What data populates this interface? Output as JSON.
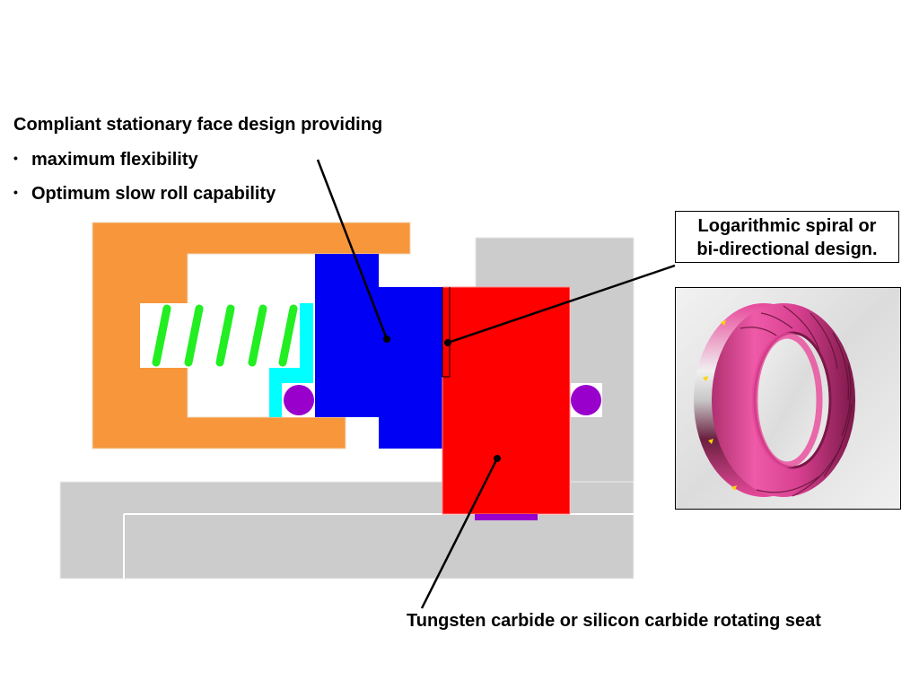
{
  "heading": "Compliant stationary face design providing",
  "bullets": [
    {
      "marker": "•",
      "text": "maximum flexibility"
    },
    {
      "marker": "•",
      "text": "Optimum slow roll capability"
    }
  ],
  "spiral_callout": {
    "line1": "Logarithmic spiral or",
    "line2": "bi-directional design."
  },
  "seat_callout": "Tungsten carbide or silicon carbide rotating seat",
  "colors": {
    "housing": "#F7963A",
    "stationary_face": "#0000F5",
    "rotating_seat": "#FF0000",
    "spring": "#22EE22",
    "retainer": "#00FFFF",
    "o_ring": "#9900CC",
    "shaft_and_gland": "#CCCCCC",
    "photo_ring": "#E8489A"
  }
}
